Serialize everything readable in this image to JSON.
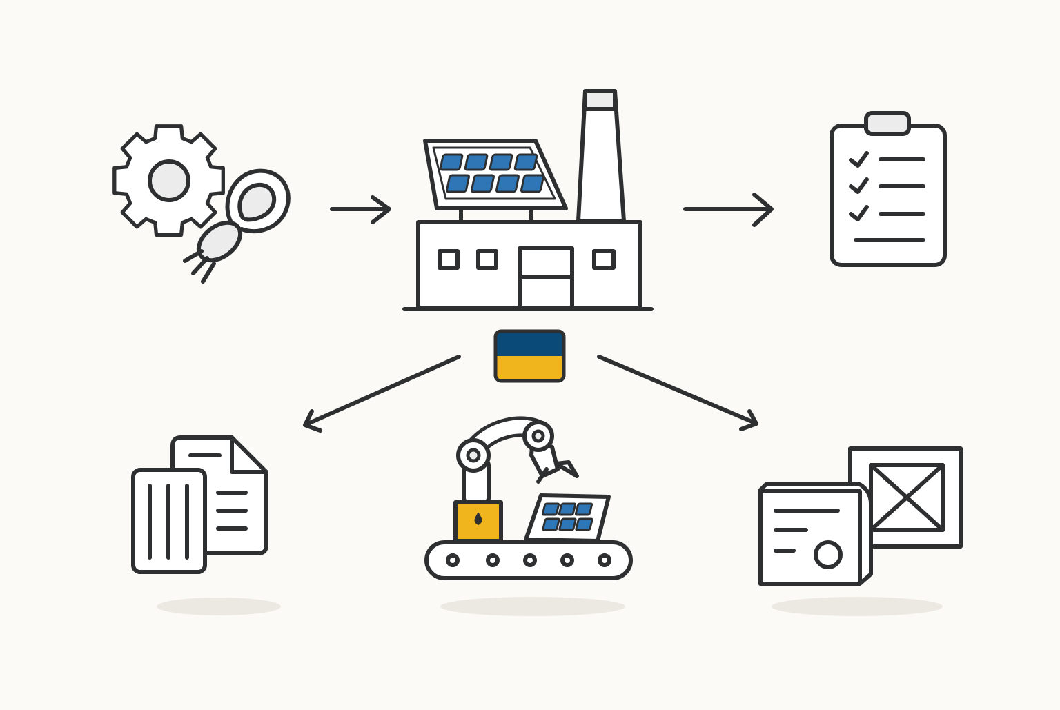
{
  "diagram": {
    "kind": "icon-flow",
    "text_labels": [],
    "nodes": [
      {
        "id": "inputs",
        "icon": "gear-and-robot-gripper-icon"
      },
      {
        "id": "factory",
        "icon": "solar-factory-icon"
      },
      {
        "id": "checklist",
        "icon": "clipboard-checklist-icon"
      },
      {
        "id": "documents",
        "icon": "documents-icon"
      },
      {
        "id": "assembly",
        "icon": "robotic-arm-conveyor-solar-panel-icon"
      },
      {
        "id": "shipping",
        "icon": "shipping-crate-with-label-icon"
      },
      {
        "id": "flag",
        "icon": "ukraine-flag-icon"
      }
    ],
    "edges": [
      {
        "from": "inputs",
        "to": "factory"
      },
      {
        "from": "factory",
        "to": "checklist"
      },
      {
        "from": "factory",
        "to": "documents"
      },
      {
        "from": "factory",
        "to": "shipping"
      }
    ]
  },
  "colors": {
    "background": "#fbfaf7",
    "stroke": "#2d2f31",
    "light_fill": "#ececec",
    "solar_blue": "#2f76b6",
    "flag_blue": "#0a4a78",
    "flag_yellow": "#f0b41c",
    "shadow": "#ece8e2"
  }
}
